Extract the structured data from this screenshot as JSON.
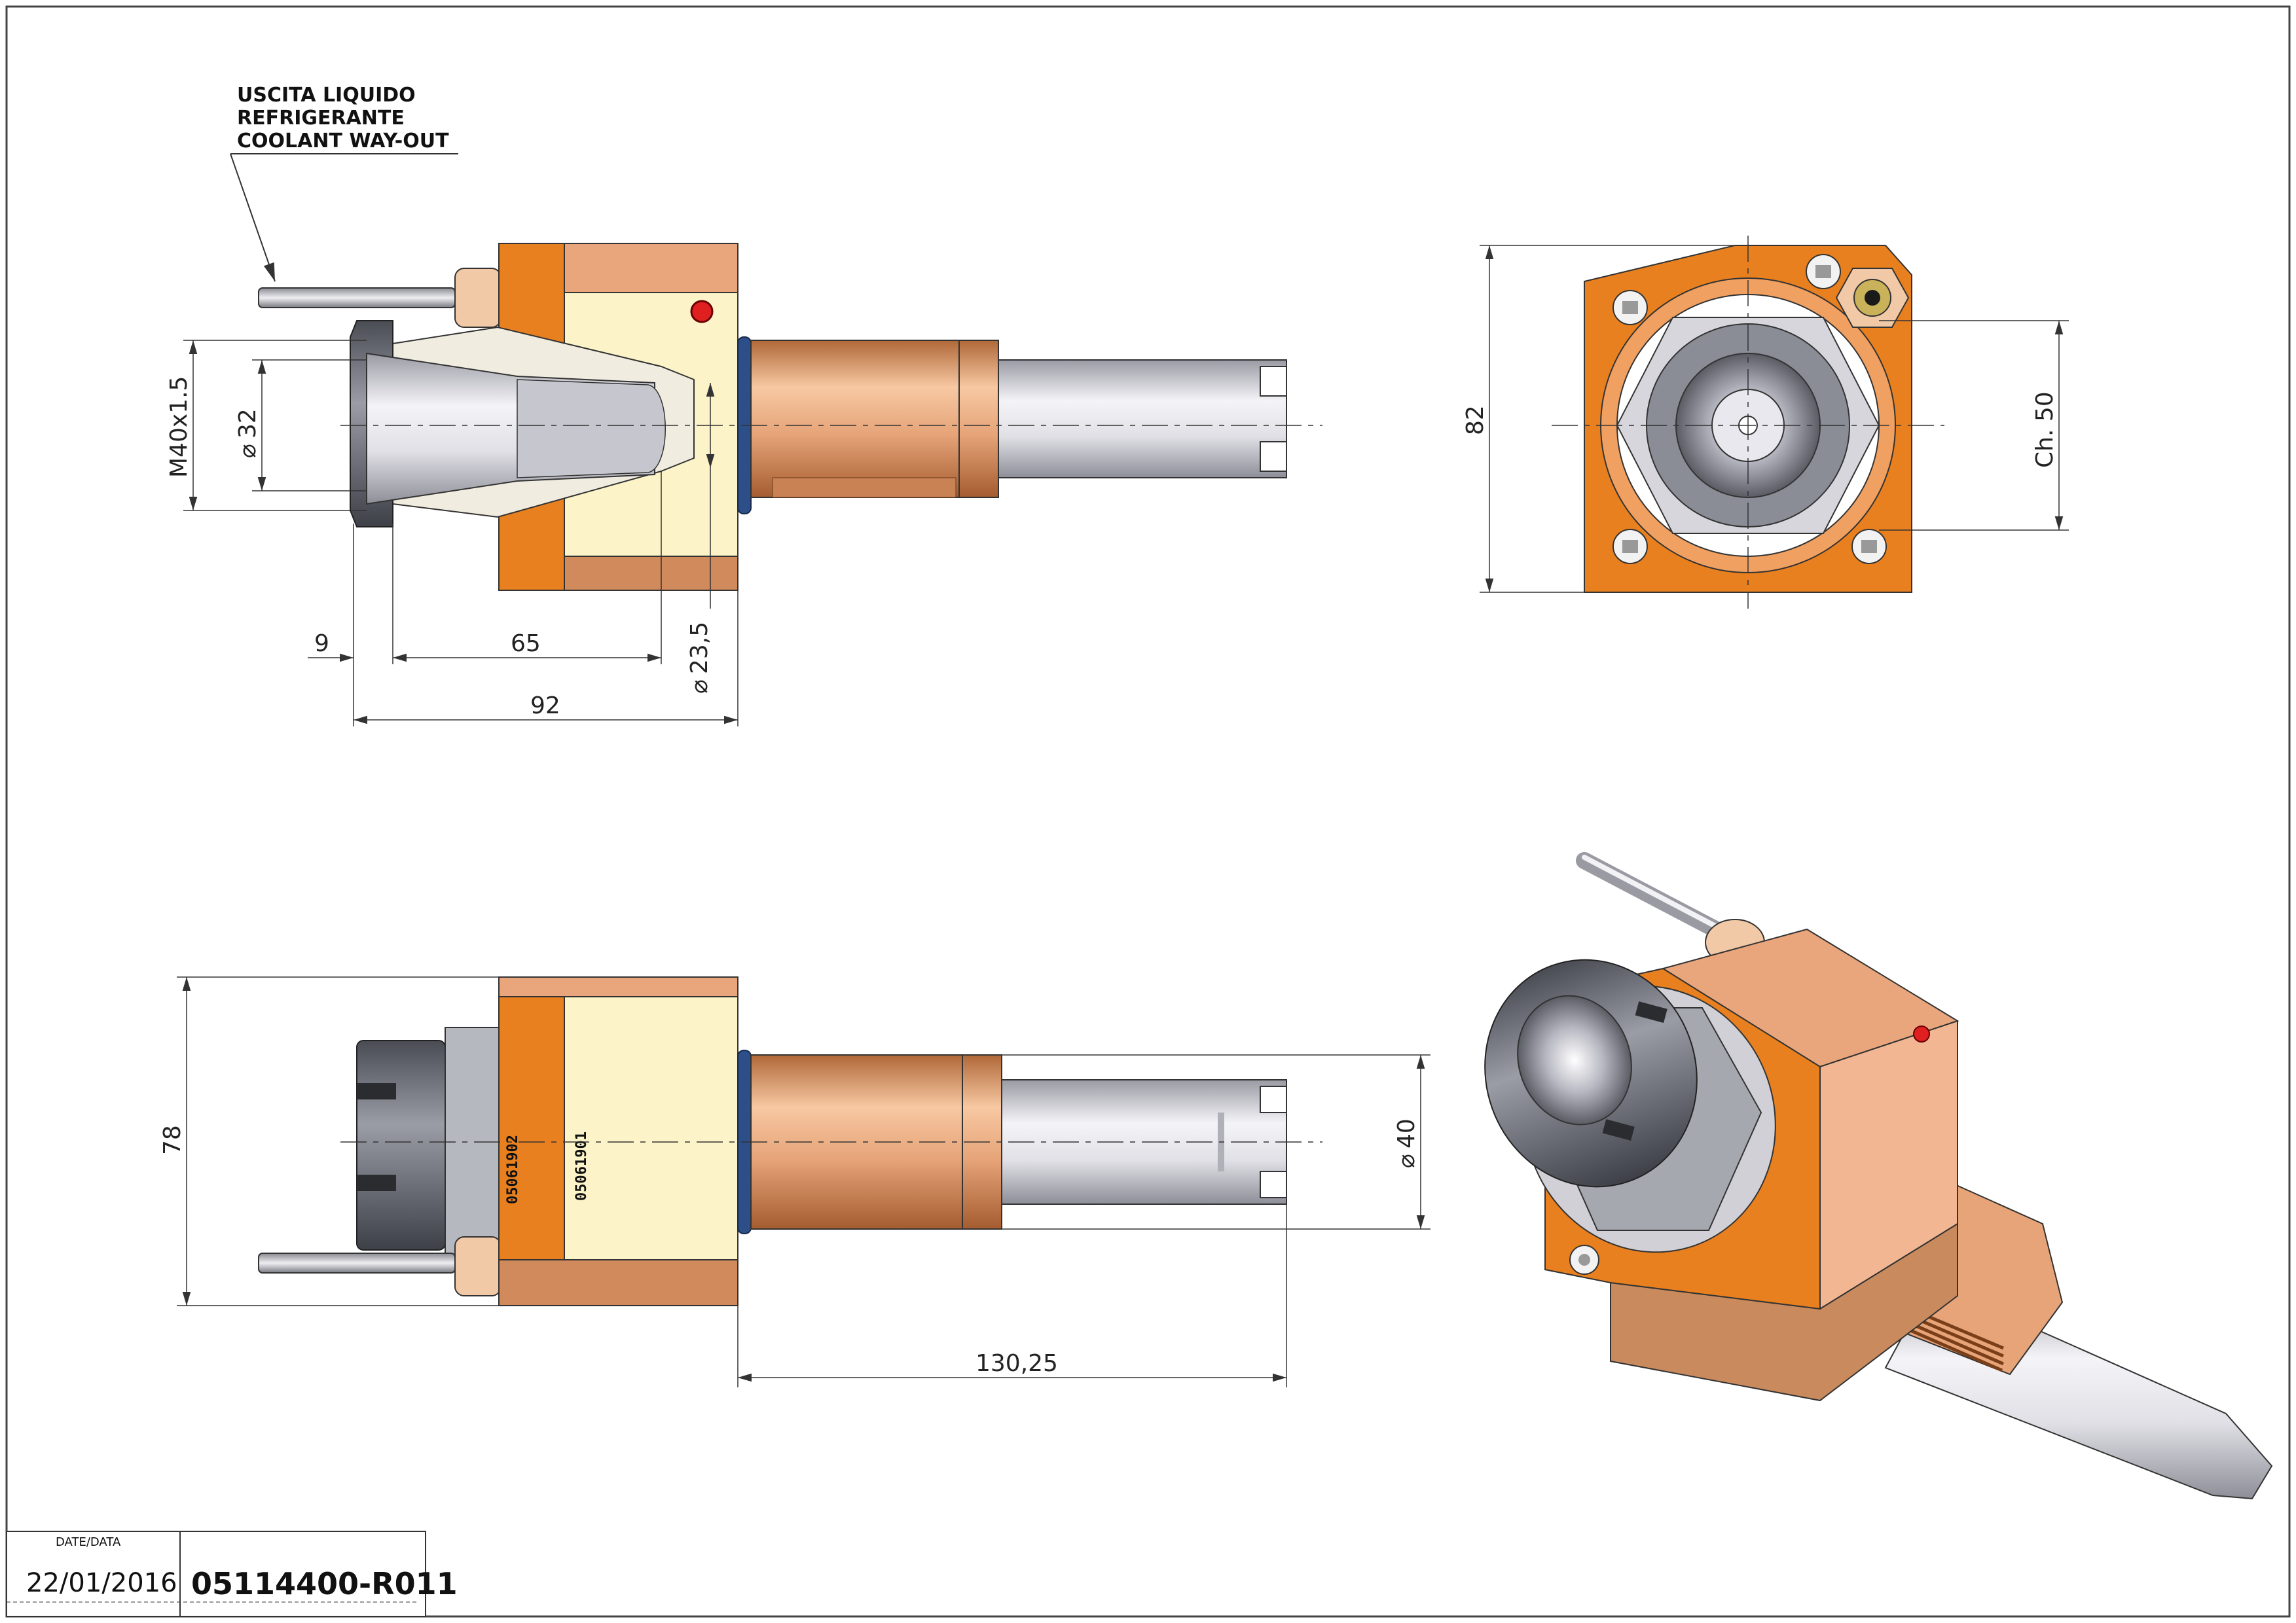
{
  "note": {
    "line1": "USCITA LIQUIDO",
    "line2": "REFRIGERANTE",
    "line3": "COOLANT WAY-OUT"
  },
  "front_view": {
    "dims": {
      "thread": "M40x1.5",
      "dia_32": "32",
      "dim_9": "9",
      "dim_65": "65",
      "dia_23_5": "23,5",
      "dim_92": "92"
    }
  },
  "end_view": {
    "dims": {
      "dim_82": "82",
      "ch_50": "Ch. 50"
    }
  },
  "side_view": {
    "dims": {
      "dim_78": "78",
      "dia_40": "40",
      "dim_130_25": "130,25"
    },
    "serials": {
      "serial_1": "05061902",
      "serial_2": "05061901"
    }
  },
  "title_block": {
    "date_label": "DATE/DATA",
    "date_value": "22/01/2016",
    "drawing_code": "05114400-R011"
  },
  "colors": {
    "body_orange": "#e8801f",
    "body_cream": "#fcf3c8",
    "shaft_copper": "#d99862",
    "shaft_steel": "#d0d0d6",
    "nut_gray": "#6e7078",
    "o_ring": "#2c4f8a"
  }
}
